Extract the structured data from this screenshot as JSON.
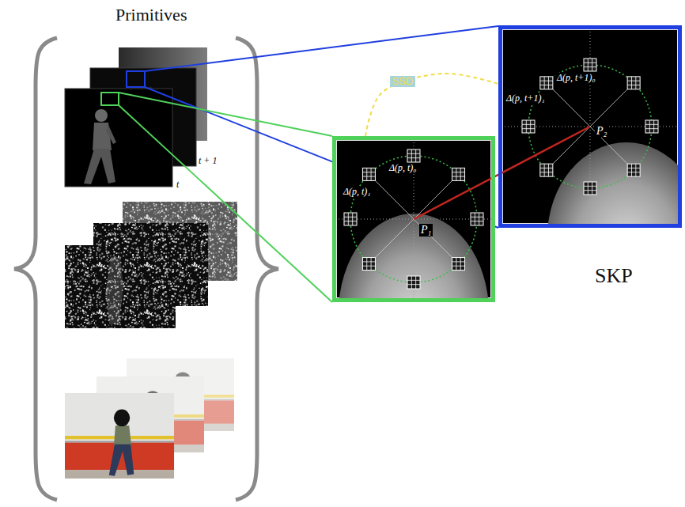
{
  "diagram": {
    "nodes": [
      {
        "text": [
          "SKP"
        ]
      },
      {
        "text": [
          "Δ(p, t)₀",
          "Δ(p, t)₁",
          "P₁"
        ],
        "in": 0
      },
      {
        "text": [
          "Δ(p, t+1)₀",
          "Δ(p, t+1)₁",
          "P₂"
        ],
        "in": 0
      }
    ],
    "edges": [
      {
        "from": 1,
        "to": 2,
        "arrow": "none",
        "label": "SSD"
      }
    ],
    "labels": [
      "Primitives",
      "t",
      "t + 1"
    ]
  }
}
